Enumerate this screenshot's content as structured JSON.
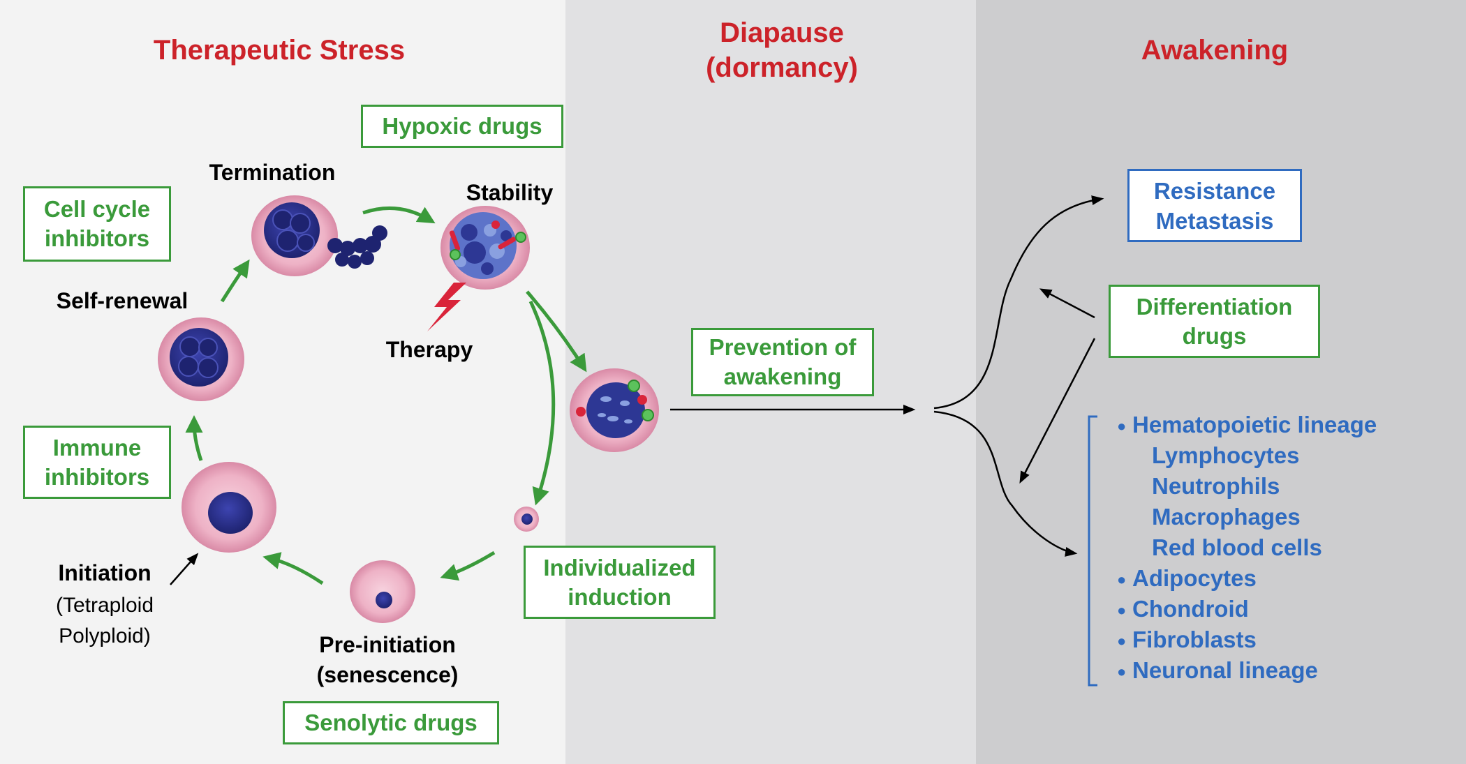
{
  "panels": {
    "therapeutic_stress": "Therapeutic Stress",
    "diapause_line1": "Diapause",
    "diapause_line2": "(dormancy)",
    "awakening": "Awakening"
  },
  "stages": {
    "termination": "Termination",
    "stability": "Stability",
    "therapy": "Therapy",
    "self_renewal": "Self-renewal",
    "initiation": "Initiation",
    "initiation_sub1": "(Tetraploid",
    "initiation_sub2": "Polyploid)",
    "pre_initiation": "Pre-initiation",
    "pre_initiation_sub": "(senescence)"
  },
  "drug_boxes": {
    "hypoxic": "Hypoxic drugs",
    "cell_cycle_1": "Cell cycle",
    "cell_cycle_2": "inhibitors",
    "immune_1": "Immune",
    "immune_2": "inhibitors",
    "senolytic": "Senolytic drugs",
    "individualized_1": "Individualized",
    "individualized_2": "induction",
    "prevention_1": "Prevention of",
    "prevention_2": "awakening",
    "differentiation_1": "Differentiation",
    "differentiation_2": "drugs"
  },
  "outcomes": {
    "resistance": "Resistance",
    "metastasis": "Metastasis"
  },
  "lineage_list": {
    "hematopoietic": "Hematopoietic lineage",
    "lymphocytes": "Lymphocytes",
    "neutrophils": "Neutrophils",
    "macrophages": "Macrophages",
    "red_blood_cells": "Red blood cells",
    "adipocytes": "Adipocytes",
    "chondroid": "Chondroid",
    "fibroblasts": "Fibroblasts",
    "neuronal": "Neuronal lineage"
  },
  "colors": {
    "heading_red": "#cc2229",
    "drug_green": "#3a9a3a",
    "outcome_blue": "#2f6bc0",
    "cell_pink": "#eaa7bd",
    "nucleus_blue": "#2a2f8c"
  }
}
